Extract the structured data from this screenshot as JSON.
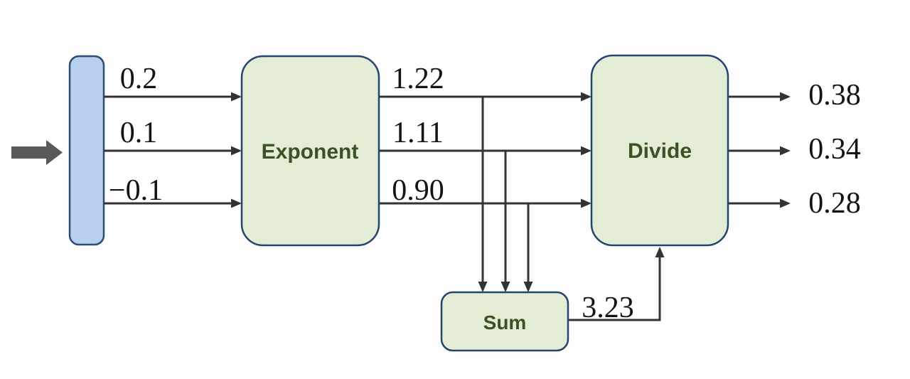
{
  "diagram": {
    "nodes": {
      "exponent": {
        "label": "Exponent"
      },
      "divide": {
        "label": "Divide"
      },
      "sum": {
        "label": "Sum"
      }
    },
    "values": {
      "inputs": [
        "0.2",
        "0.1",
        "−0.1"
      ],
      "exponent_outputs": [
        "1.22",
        "1.11",
        "0.90"
      ],
      "sum_output": "3.23",
      "divide_outputs": [
        "0.38",
        "0.34",
        "0.28"
      ]
    },
    "colors": {
      "background": "#ffffff",
      "line": "#333333",
      "number_text": "#141414",
      "node_fill": "#e3edd5",
      "node_border": "#24466e",
      "node_text": "#3b5323",
      "input_bar_fill": "#b6d0ed",
      "input_bar_border": "#2e4d75",
      "input_arrow": "#595959"
    }
  }
}
